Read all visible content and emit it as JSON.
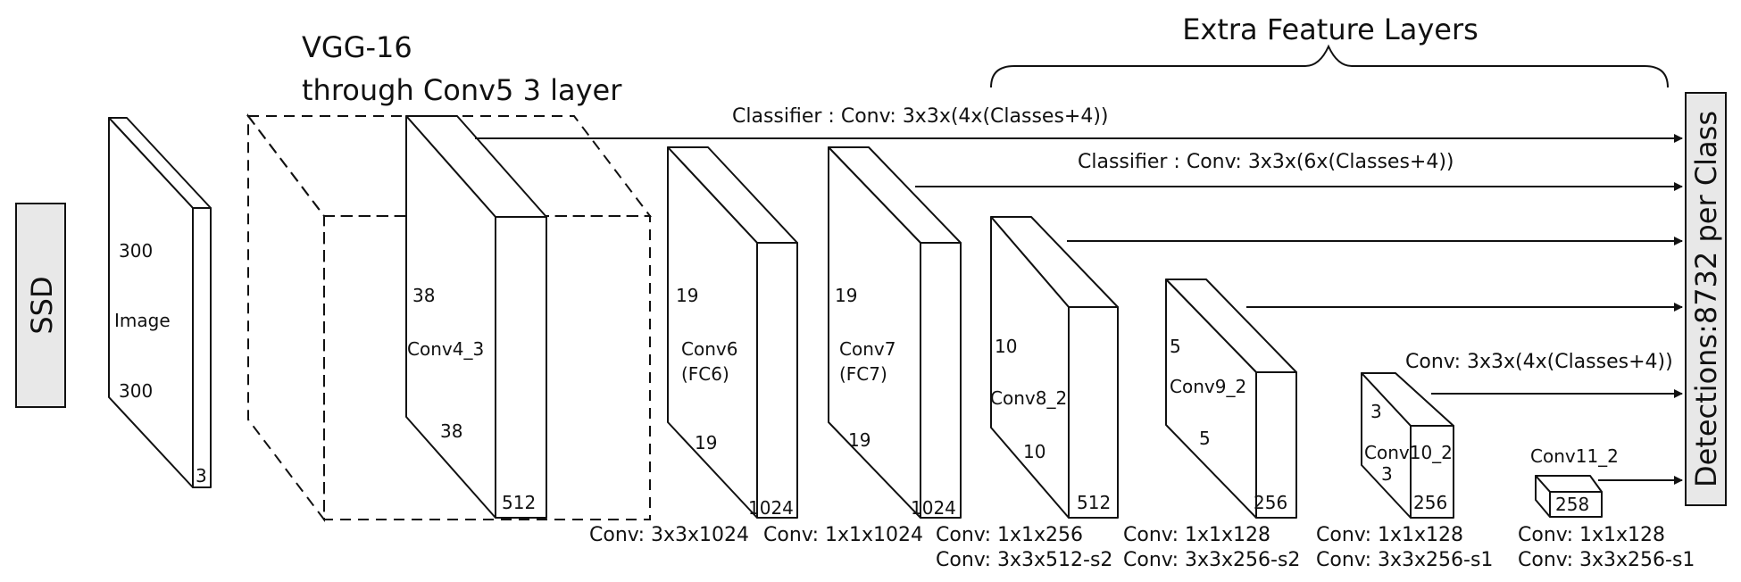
{
  "title": "SSD",
  "side_label": "Detections:8732 per Class",
  "vgg_title": [
    "VGG-16",
    "through Conv5 3 layer"
  ],
  "extra_title": "Extra Feature Layers",
  "input": {
    "width": "300",
    "height": "300",
    "channels": "3",
    "name": "Image"
  },
  "blocks": [
    {
      "name": "Conv4_3",
      "h": "38",
      "w": "38",
      "depth": "512"
    },
    {
      "name": "Conv6",
      "name2": "(FC6)",
      "h": "19",
      "w": "19",
      "depth": "1024",
      "caption": [
        "Conv: 3x3x1024"
      ]
    },
    {
      "name": "Conv7",
      "name2": "(FC7)",
      "h": "19",
      "w": "19",
      "depth": "1024",
      "caption": [
        "Conv: 1x1x1024"
      ]
    },
    {
      "name": "Conv8_2",
      "h": "10",
      "w": "10",
      "depth": "512",
      "caption": [
        "Conv: 1x1x256",
        "Conv: 3x3x512-s2"
      ]
    },
    {
      "name": "Conv9_2",
      "h": "5",
      "w": "5",
      "depth": "256",
      "caption": [
        "Conv: 1x1x128",
        "Conv: 3x3x256-s2"
      ]
    },
    {
      "name": "Conv10_2",
      "h": "3",
      "w": "3",
      "depth": "256",
      "caption": [
        "Conv: 1x1x128",
        "Conv: 3x3x256-s1"
      ]
    },
    {
      "name": "Conv11_2",
      "depth": "258",
      "caption": [
        "Conv: 1x1x128",
        "Conv: 3x3x256-s1"
      ]
    }
  ],
  "classifiers": [
    "Classifier : Conv: 3x3x(4x(Classes+4))",
    "Classifier : Conv: 3x3x(6x(Classes+4))",
    "Conv: 3x3x(4x(Classes+4))"
  ]
}
